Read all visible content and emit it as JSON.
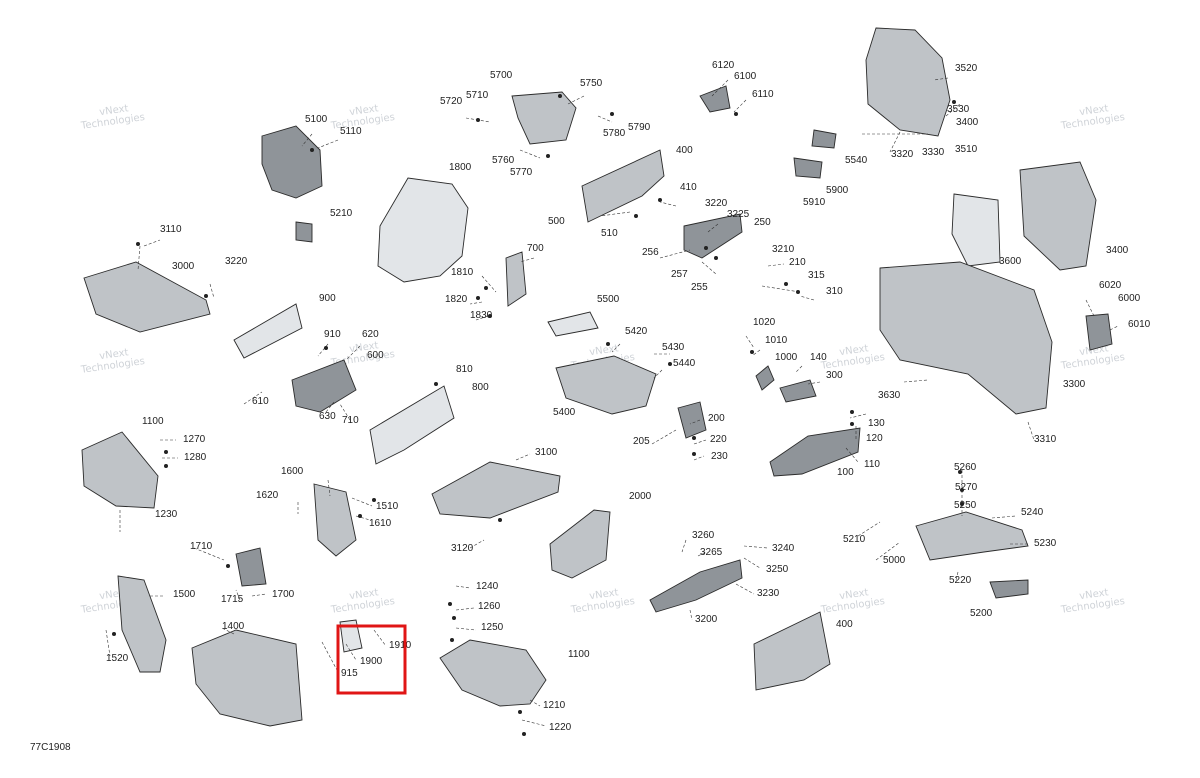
{
  "diagram_code": "77C1908",
  "watermark_lines": [
    "vNext",
    "Technologies"
  ],
  "highlight_color": "#e01515",
  "labels": [
    "5700",
    "5750",
    "5720",
    "5710",
    "5790",
    "5780",
    "5760",
    "5770",
    "6120",
    "6100",
    "6110",
    "3520",
    "3530",
    "3400",
    "3510",
    "3320",
    "3330",
    "5100",
    "5110",
    "1800",
    "400",
    "410",
    "500",
    "510",
    "3220",
    "3225",
    "250",
    "256",
    "257",
    "255",
    "3210",
    "210",
    "315",
    "310",
    "5540",
    "5900",
    "5910",
    "5210",
    "3110",
    "3000",
    "3220",
    "1810",
    "1820",
    "1830",
    "700",
    "3600",
    "3400",
    "900",
    "910",
    "620",
    "600",
    "610",
    "630",
    "710",
    "5500",
    "5420",
    "5430",
    "5440",
    "5400",
    "1020",
    "1010",
    "140",
    "1000",
    "300",
    "6020",
    "6000",
    "6010",
    "3300",
    "3630",
    "3310",
    "810",
    "800",
    "200",
    "205",
    "220",
    "230",
    "130",
    "120",
    "110",
    "100",
    "1100",
    "1270",
    "1280",
    "1230",
    "1600",
    "1620",
    "1510",
    "1610",
    "3100",
    "3120",
    "2000",
    "5260",
    "5270",
    "5250",
    "5240",
    "5230",
    "5210",
    "5000",
    "5220",
    "5200",
    "1710",
    "1715",
    "1700",
    "1500",
    "1520",
    "1400",
    "1240",
    "1260",
    "1250",
    "1100",
    "1210",
    "1220",
    "1900",
    "1910",
    "915",
    "3260",
    "3265",
    "3240",
    "3250",
    "3230",
    "3200",
    "400"
  ]
}
